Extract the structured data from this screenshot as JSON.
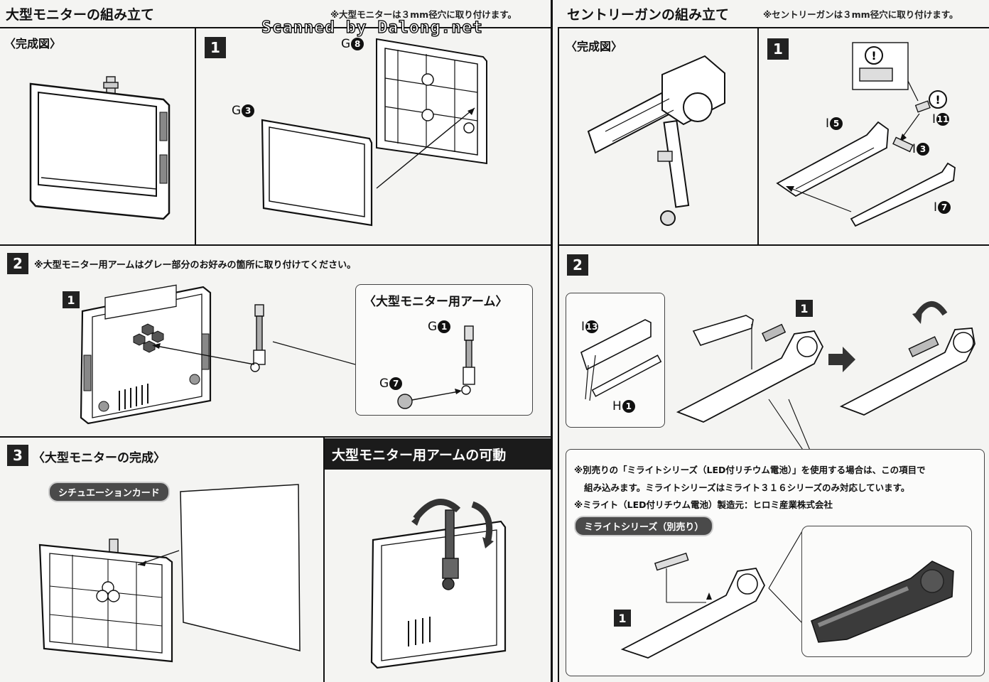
{
  "watermark": "Scanned by Dalong.net",
  "left": {
    "title": "大型モニターの組み立て",
    "note": "※大型モニターは３mm径穴に取り付けます。",
    "complete_label": "〈完成図〉",
    "step1": {
      "number": "1",
      "parts": [
        {
          "letter": "G",
          "num": "8"
        },
        {
          "letter": "G",
          "num": "3"
        }
      ]
    },
    "step2": {
      "number": "2",
      "note": "※大型モニター用アームはグレー部分のお好みの箇所に取り付けてください。",
      "sub_number": "1",
      "arm_label": "〈大型モニター用アーム〉",
      "parts": [
        {
          "letter": "G",
          "num": "1"
        },
        {
          "letter": "G",
          "num": "7"
        }
      ]
    },
    "step3": {
      "number": "3",
      "label": "〈大型モニターの完成〉",
      "pill": "シチュエーションカード"
    },
    "movable_title": "大型モニター用アームの可動"
  },
  "right": {
    "title": "セントリーガンの組み立て",
    "note": "※セントリーガンは３mm径穴に取り付けます。",
    "complete_label": "〈完成図〉",
    "step1": {
      "number": "1",
      "parts": [
        {
          "letter": "I",
          "num": "5"
        },
        {
          "letter": "I",
          "num": "11"
        },
        {
          "letter": "I",
          "num": "3"
        },
        {
          "letter": "I",
          "num": "7"
        }
      ]
    },
    "step2": {
      "number": "2",
      "sub_number": "1",
      "parts": [
        {
          "letter": "I",
          "num": "13"
        },
        {
          "letter": "H",
          "num": "1"
        }
      ],
      "notes": [
        "※別売りの「ミライトシリーズ（LED付リチウム電池）」を使用する場合は、この項目で",
        "組み込みます。ミライトシリーズはミライト３１６シリーズのみ対応しています。",
        "※ミライト（LED付リチウム電池）製造元：ヒロミ産業株式会社"
      ],
      "pill": "ミライトシリーズ（別売り）",
      "sub_number_2": "1"
    }
  }
}
